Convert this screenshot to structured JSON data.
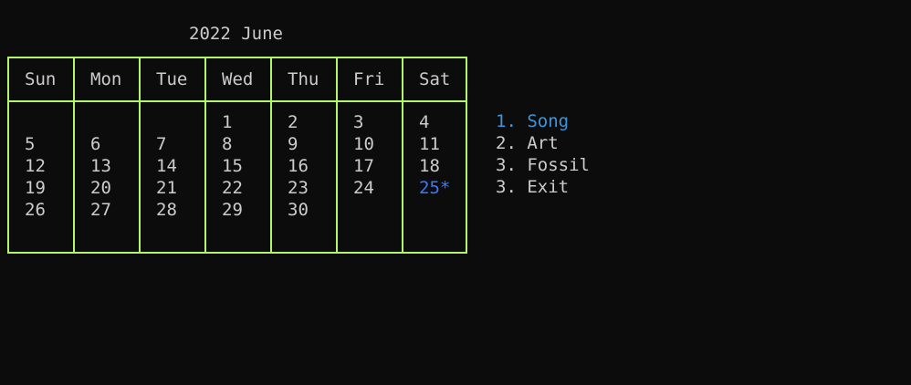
{
  "calendar": {
    "title": "2022 June",
    "weekdays": [
      "Sun",
      "Mon",
      "Tue",
      "Wed",
      "Thu",
      "Fri",
      "Sat"
    ],
    "columns": [
      [
        "",
        "5",
        "12",
        "19",
        "26"
      ],
      [
        "",
        "6",
        "13",
        "20",
        "27"
      ],
      [
        "",
        "7",
        "14",
        "21",
        "28"
      ],
      [
        "1",
        "8",
        "15",
        "22",
        "29"
      ],
      [
        "2",
        "9",
        "16",
        "23",
        "30"
      ],
      [
        "3",
        "10",
        "17",
        "24",
        ""
      ],
      [
        "4",
        "11",
        "18",
        "25*",
        ""
      ]
    ],
    "today": "25*",
    "border_color": "#b5f56a",
    "today_color": "#3b78ff"
  },
  "menu": {
    "items": [
      "1. Song",
      "2. Art",
      "3. Fossil",
      "3. Exit"
    ],
    "selected_index": 0,
    "selected_color": "#3a96dd"
  },
  "colors": {
    "background": "#0c0c0c",
    "text": "#cccccc"
  }
}
